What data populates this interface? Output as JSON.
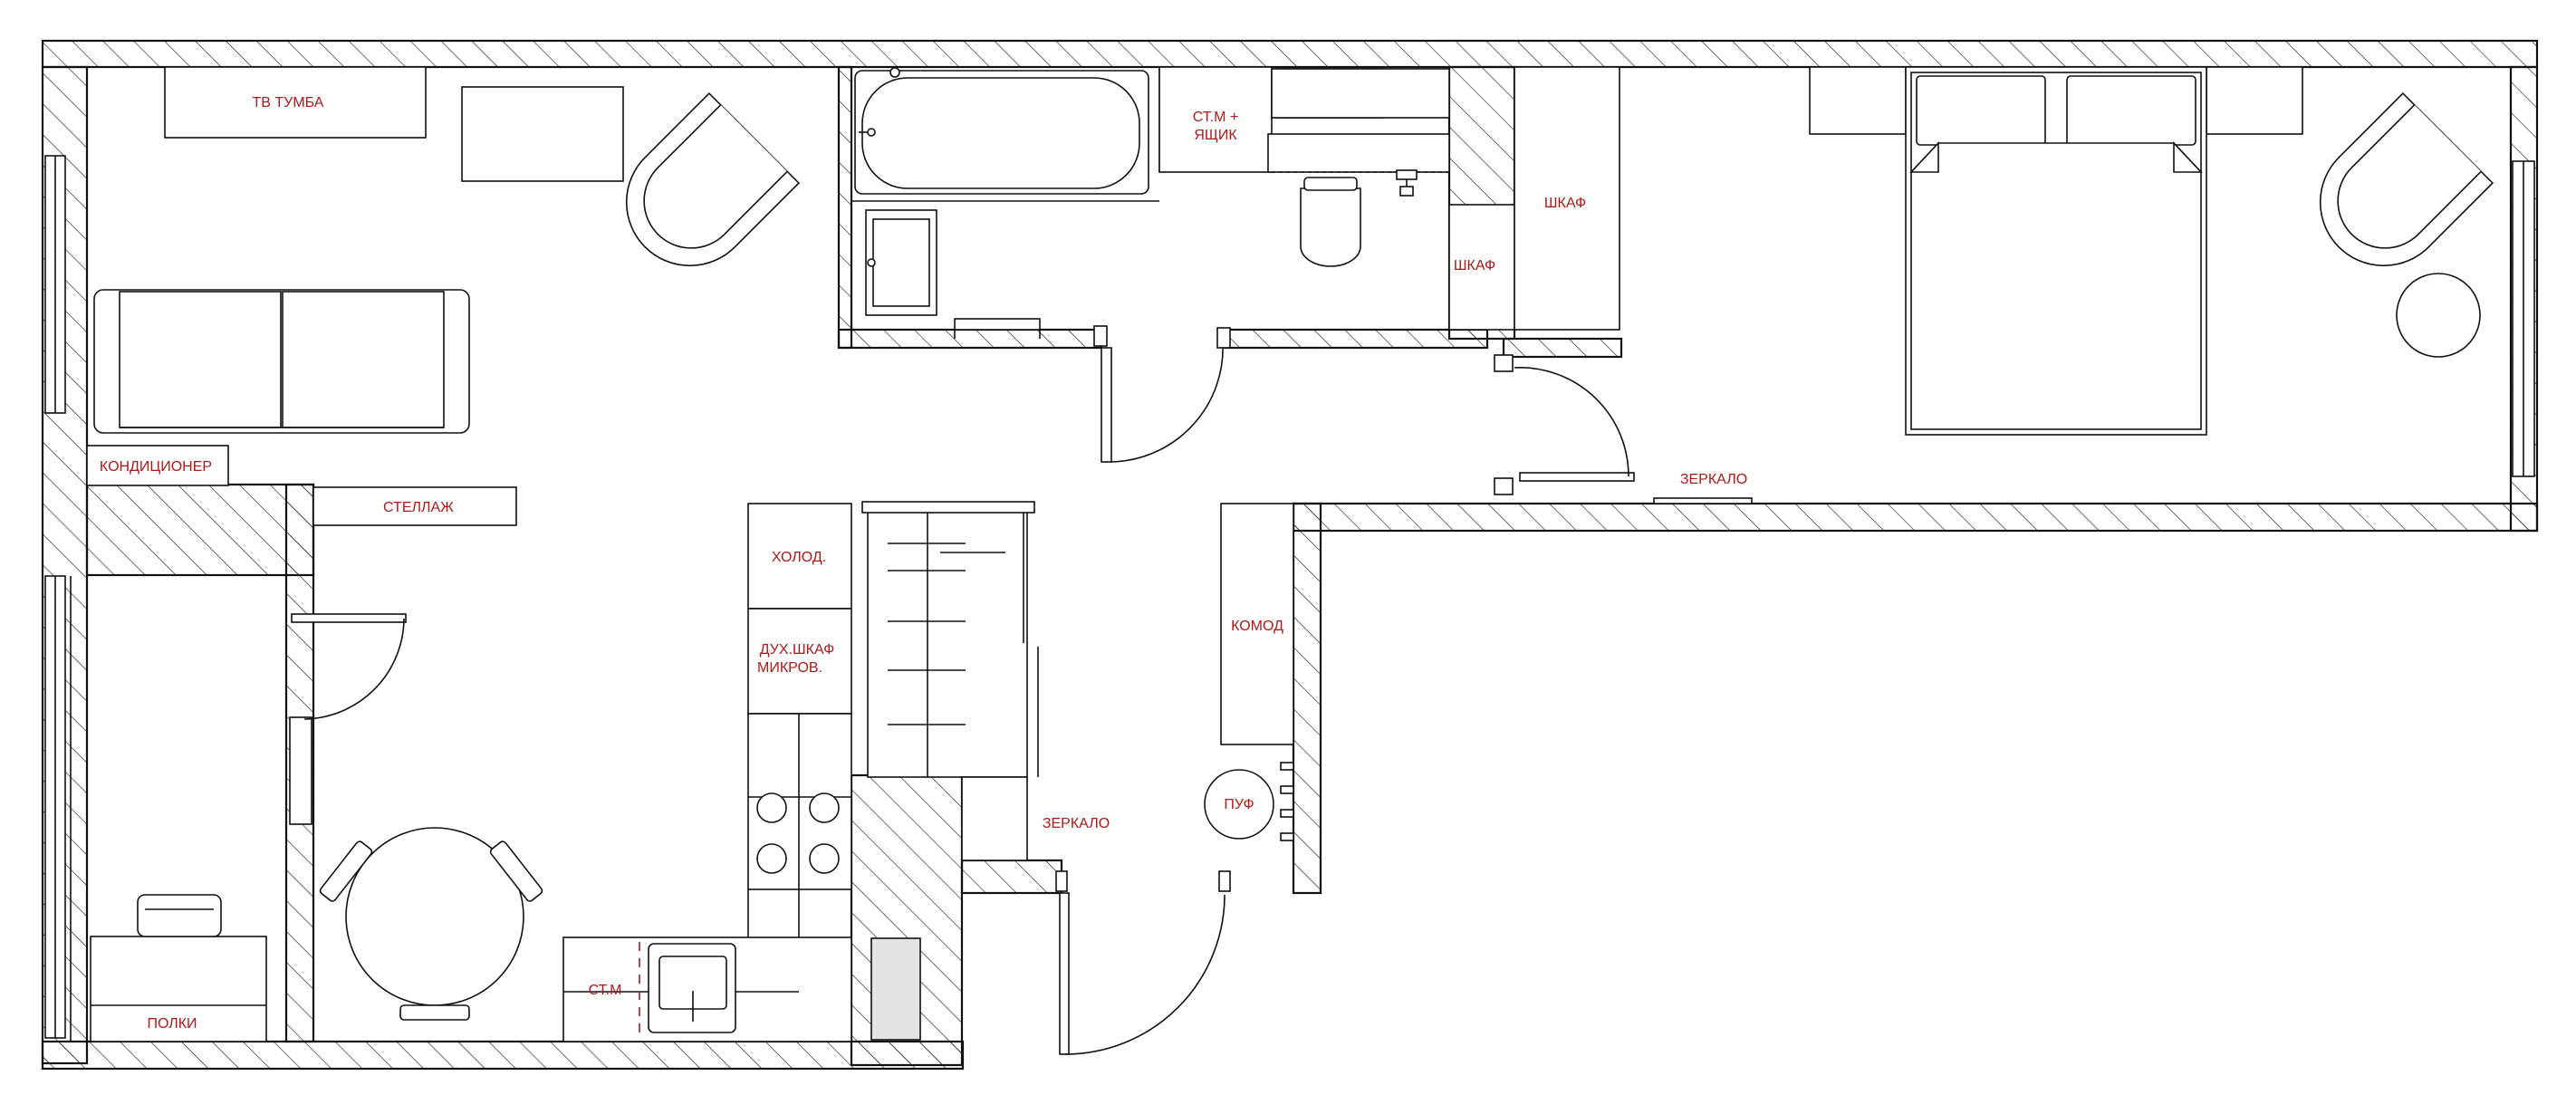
{
  "labels": {
    "tv_stand": "ТВ ТУМБА",
    "air_conditioner": "КОНДИЦИОНЕР",
    "shelving": "СТЕЛЛАЖ",
    "fridge": "ХОЛОД.",
    "oven_line1": "ДУХ.ШКАФ",
    "oven_line2": "МИКРОВ.",
    "washer_kitchen": "СТ.М",
    "shelves": "ПОЛКИ",
    "mirror_hall": "ЗЕРКАЛО",
    "pouf": "ПУФ",
    "dresser": "КОМОД",
    "washer_bath_line1": "СТ.М +",
    "washer_bath_line2": "ЯЩИК",
    "wardrobe_small": "ШКАФ",
    "wardrobe": "ШКАФ",
    "mirror_bedroom": "ЗЕРКАЛО"
  },
  "colors": {
    "line": "#111111",
    "label": "#b01818",
    "fill_grey": "#e4e4e4"
  }
}
